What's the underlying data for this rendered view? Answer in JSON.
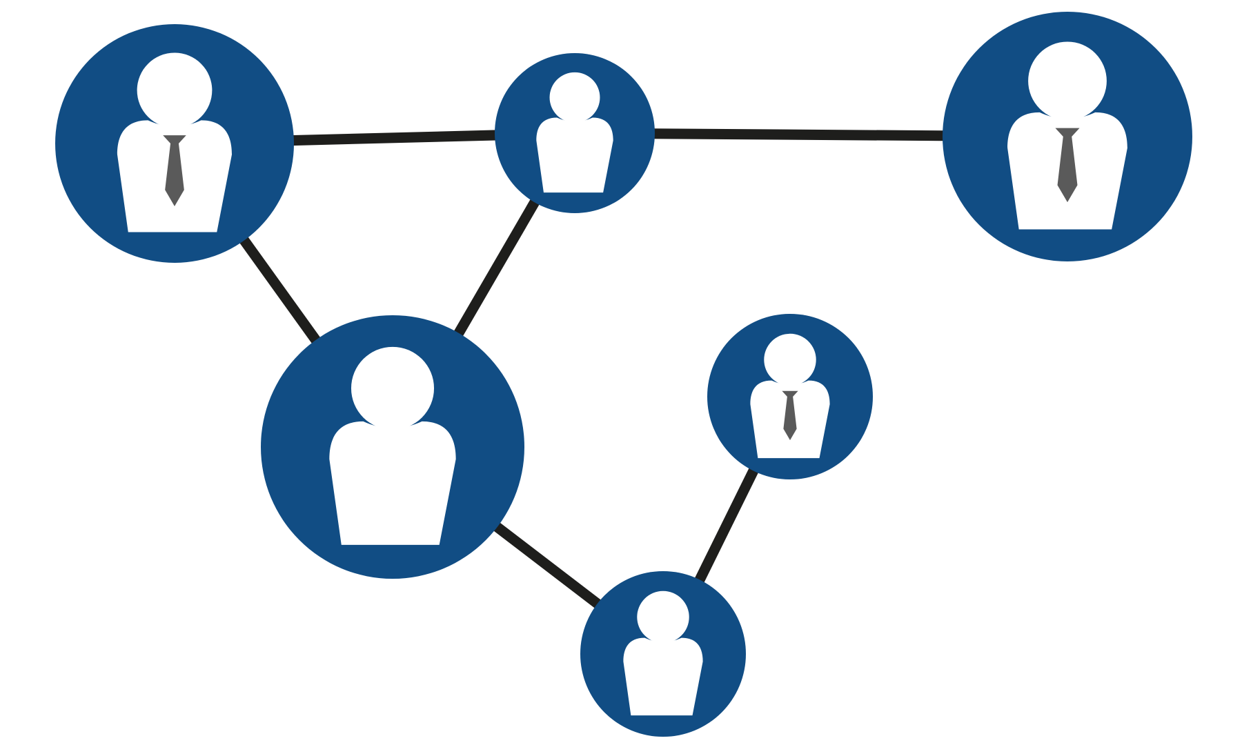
{
  "diagram": {
    "type": "network",
    "colors": {
      "background": "#ffffff",
      "node_fill": "#114d84",
      "person_fill": "#ffffff",
      "tie_fill": "#5a5a5a",
      "edge_stroke": "#1e1e1c"
    },
    "nodes": [
      {
        "id": "top-left",
        "icon": "person-with-tie-icon"
      },
      {
        "id": "top-middle",
        "icon": "person-icon"
      },
      {
        "id": "top-right",
        "icon": "person-with-tie-icon"
      },
      {
        "id": "center",
        "icon": "person-icon"
      },
      {
        "id": "middle-right",
        "icon": "person-with-tie-icon"
      },
      {
        "id": "bottom",
        "icon": "person-icon"
      }
    ],
    "edges": [
      {
        "from": "top-left",
        "to": "top-middle"
      },
      {
        "from": "top-middle",
        "to": "top-right"
      },
      {
        "from": "top-left",
        "to": "center"
      },
      {
        "from": "top-middle",
        "to": "center"
      },
      {
        "from": "center",
        "to": "bottom"
      },
      {
        "from": "bottom",
        "to": "middle-right"
      }
    ]
  }
}
